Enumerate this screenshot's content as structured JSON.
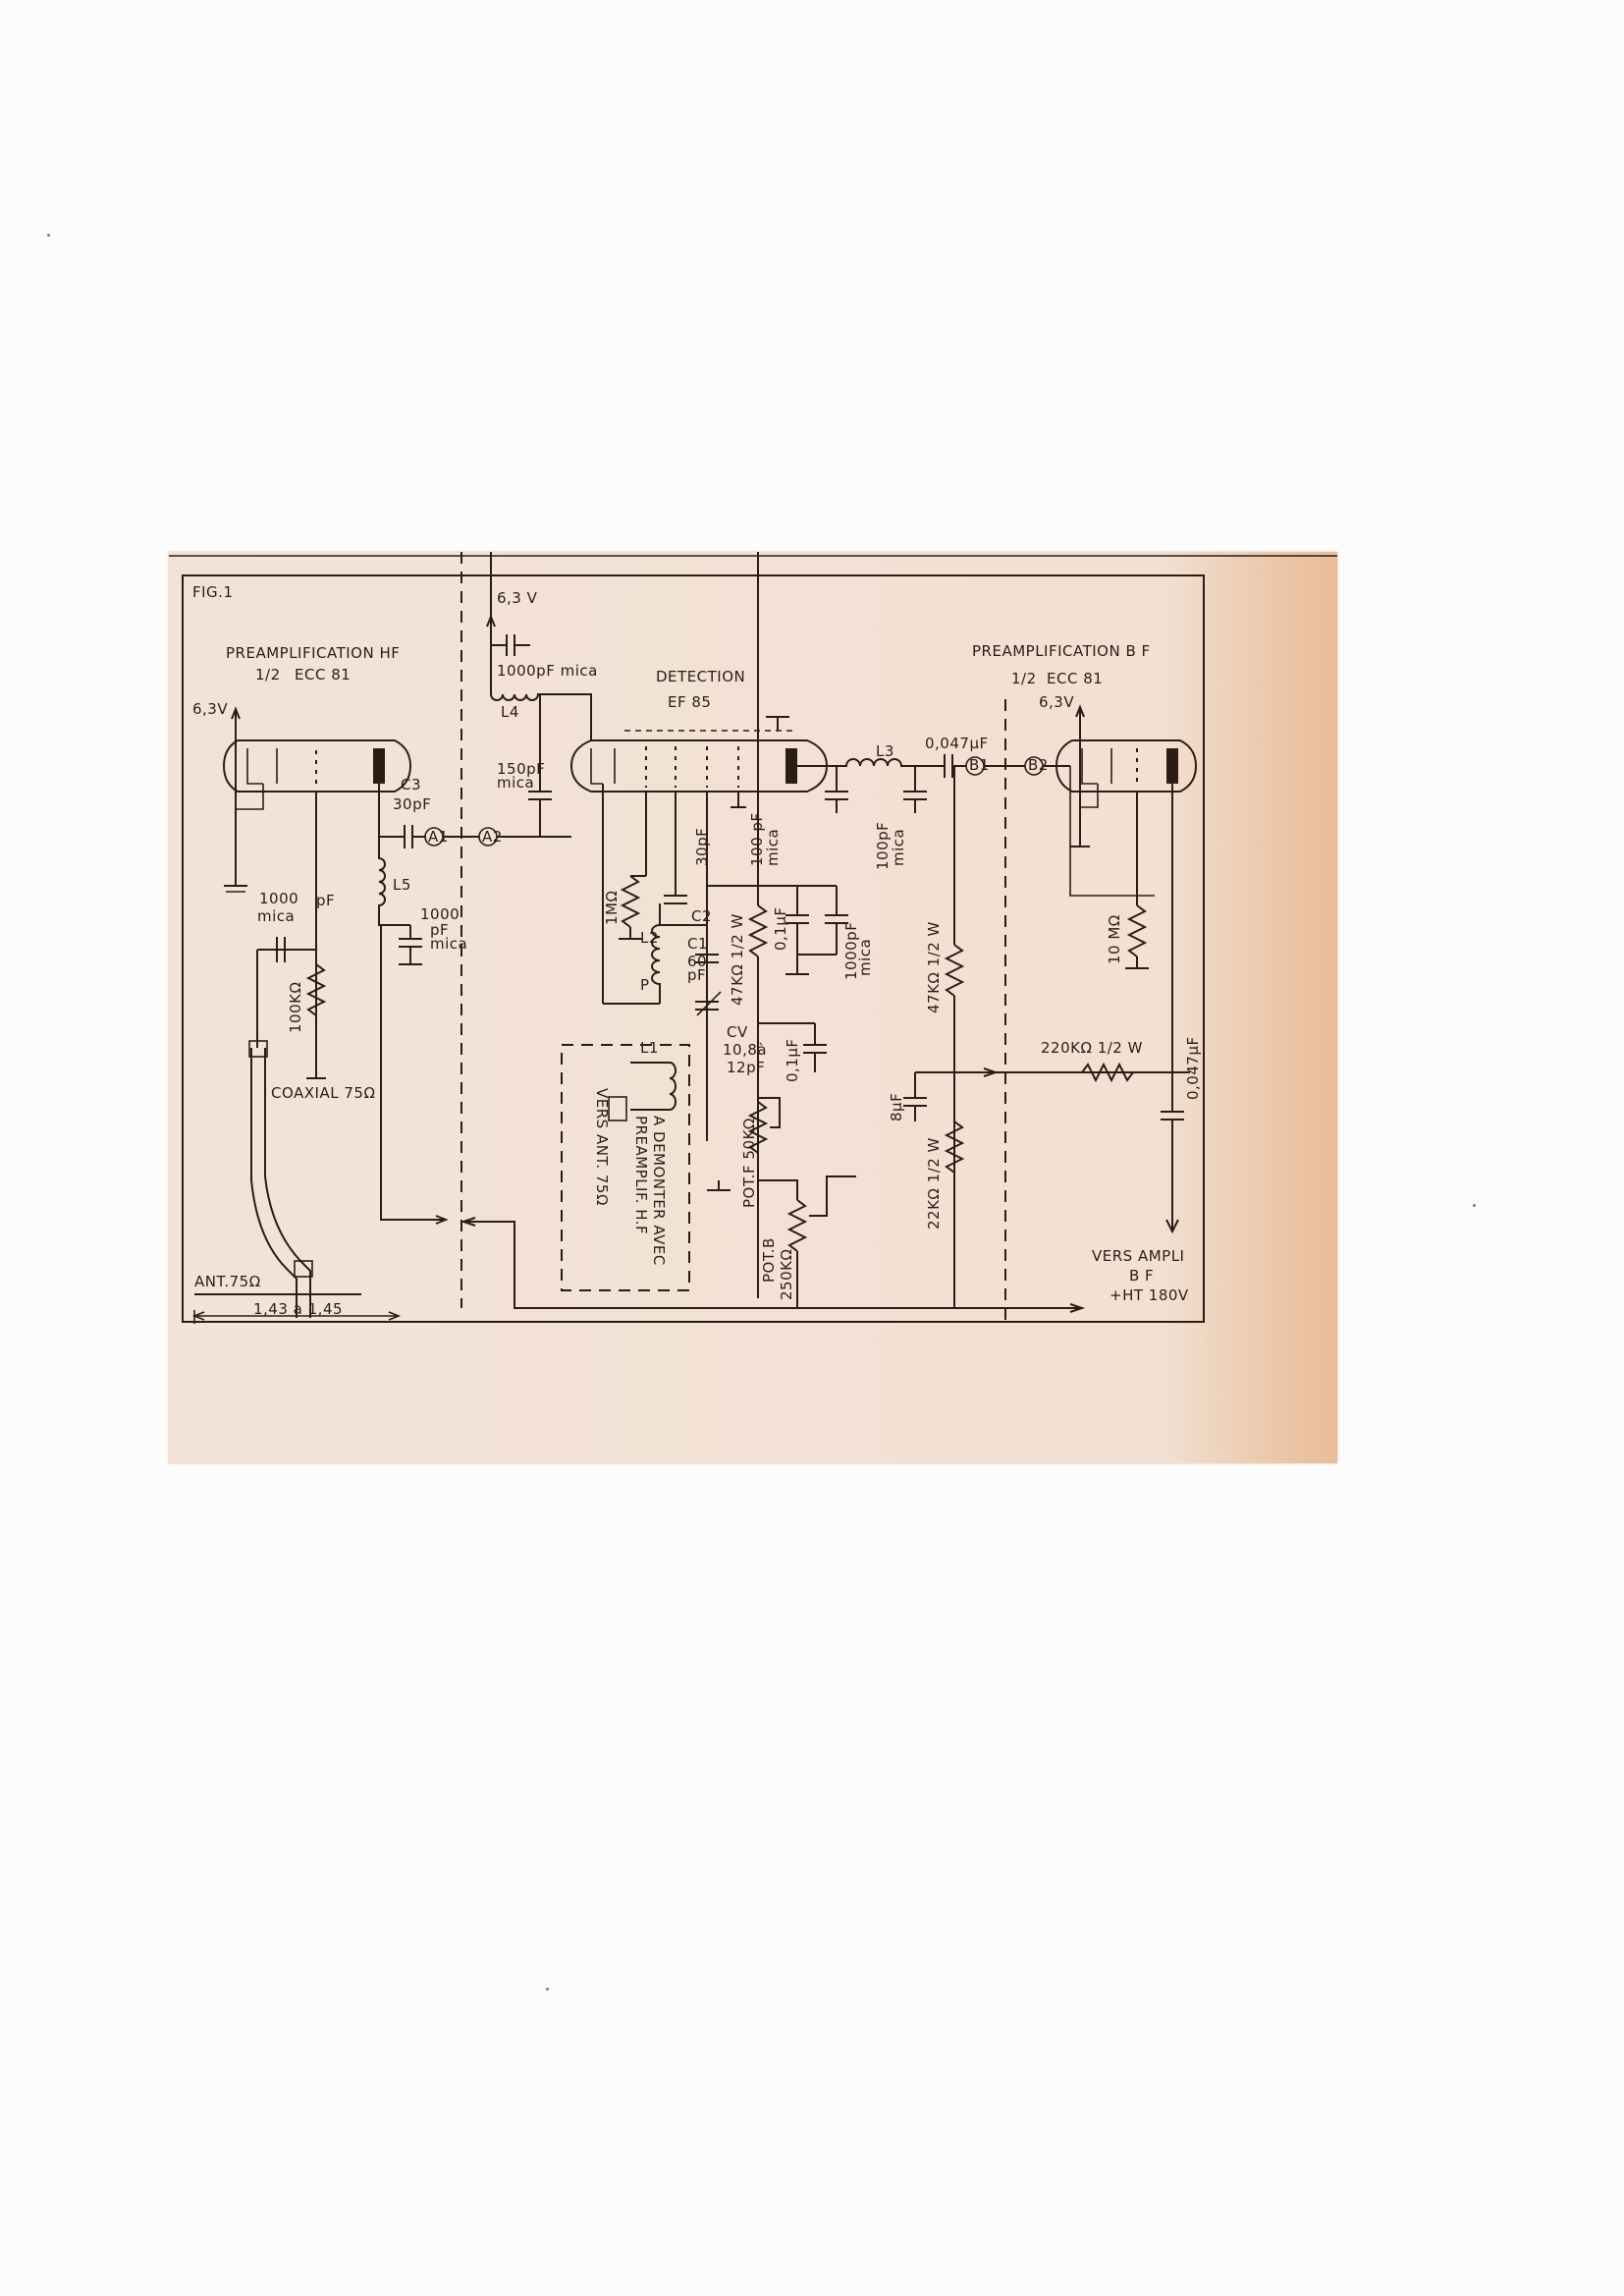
{
  "figure": {
    "label": "FIG.1"
  },
  "sections": {
    "hf_title": "PREAMPLIFICATION HF",
    "hf_tube_half": "1/2",
    "hf_tube": "ECC 81",
    "det_title": "DETECTION",
    "det_tube": "EF 85",
    "bf_title": "PREAMPLIFICATION B F",
    "bf_tube_half": "1/2",
    "bf_tube": "ECC 81"
  },
  "supply": {
    "heater_hf": "6,3V",
    "heater_det": "6,3 V",
    "heater_bf": "6,3V",
    "ht": "+HT 180V"
  },
  "components": {
    "c3": "C3",
    "c3_value": "30pF",
    "c_1000pf_mica_top": "1000pF mica",
    "l4": "L4",
    "c_150pf": "150pF",
    "c_150pf_mica": "mica",
    "c_1000_hf": "1000",
    "c_1000_hf_mica": "mica",
    "c_1000_hf_pf": "pF",
    "r_100k": "100KΩ",
    "l5": "L5",
    "c_1000pf_mica_l5": "1000",
    "c_1000pf_mica_l5_unit": "pF",
    "c_1000pf_mica_l5_mica": "mica",
    "a1": "A1",
    "a2": "A2",
    "r_1m": "1MΩ",
    "l2": "L2",
    "c2": "C2",
    "c_30pf": "30pF",
    "c1": "C1",
    "c1_value": "60",
    "c1_unit": "pF",
    "p_tap": "P",
    "cv": "CV",
    "cv_value": "10,8à",
    "cv_value2": "12pF",
    "c_100pf_mica_a": "100 pF",
    "c_100pf_mica_a_mica": "mica",
    "l3": "L3",
    "c_100pf_mica_b": "100pF",
    "c_100pf_mica_b_mica": "mica",
    "c_0047_top": "0,047µF",
    "b1": "B1",
    "b2": "B2",
    "r_47k_half_a": "47KΩ 1/2 W",
    "c_01uf_a": "0,1µF",
    "c_1000pf_mica_det": "1000pF",
    "c_1000pf_mica_det_mica": "mica",
    "c_01uf_b": "0,1µF",
    "pot_f": "POT.F 50KΩ",
    "pot_b": "POT.B",
    "pot_b_value": "250KΩ",
    "r_47k_half_b": "47KΩ 1/2 W",
    "c_8uf": "8µF",
    "r_22k_half": "22KΩ 1/2 W",
    "r_10m": "10 MΩ",
    "r_220k_half": "220KΩ 1/2 W",
    "c_0047_right": "0,047µF",
    "l1": "L1"
  },
  "labels": {
    "coaxial": "COAXIAL 75Ω",
    "antenna": "ANT.75Ω",
    "dimension": "1,43 a 1,45",
    "remount_line1": "A DEMONTER AVEC",
    "remount_line2": "PREAMPLIF. H.F",
    "remount_line3": "VERS ANT. 75Ω",
    "to_amp_line1": "VERS AMPLI",
    "to_amp_line2": "B F"
  }
}
